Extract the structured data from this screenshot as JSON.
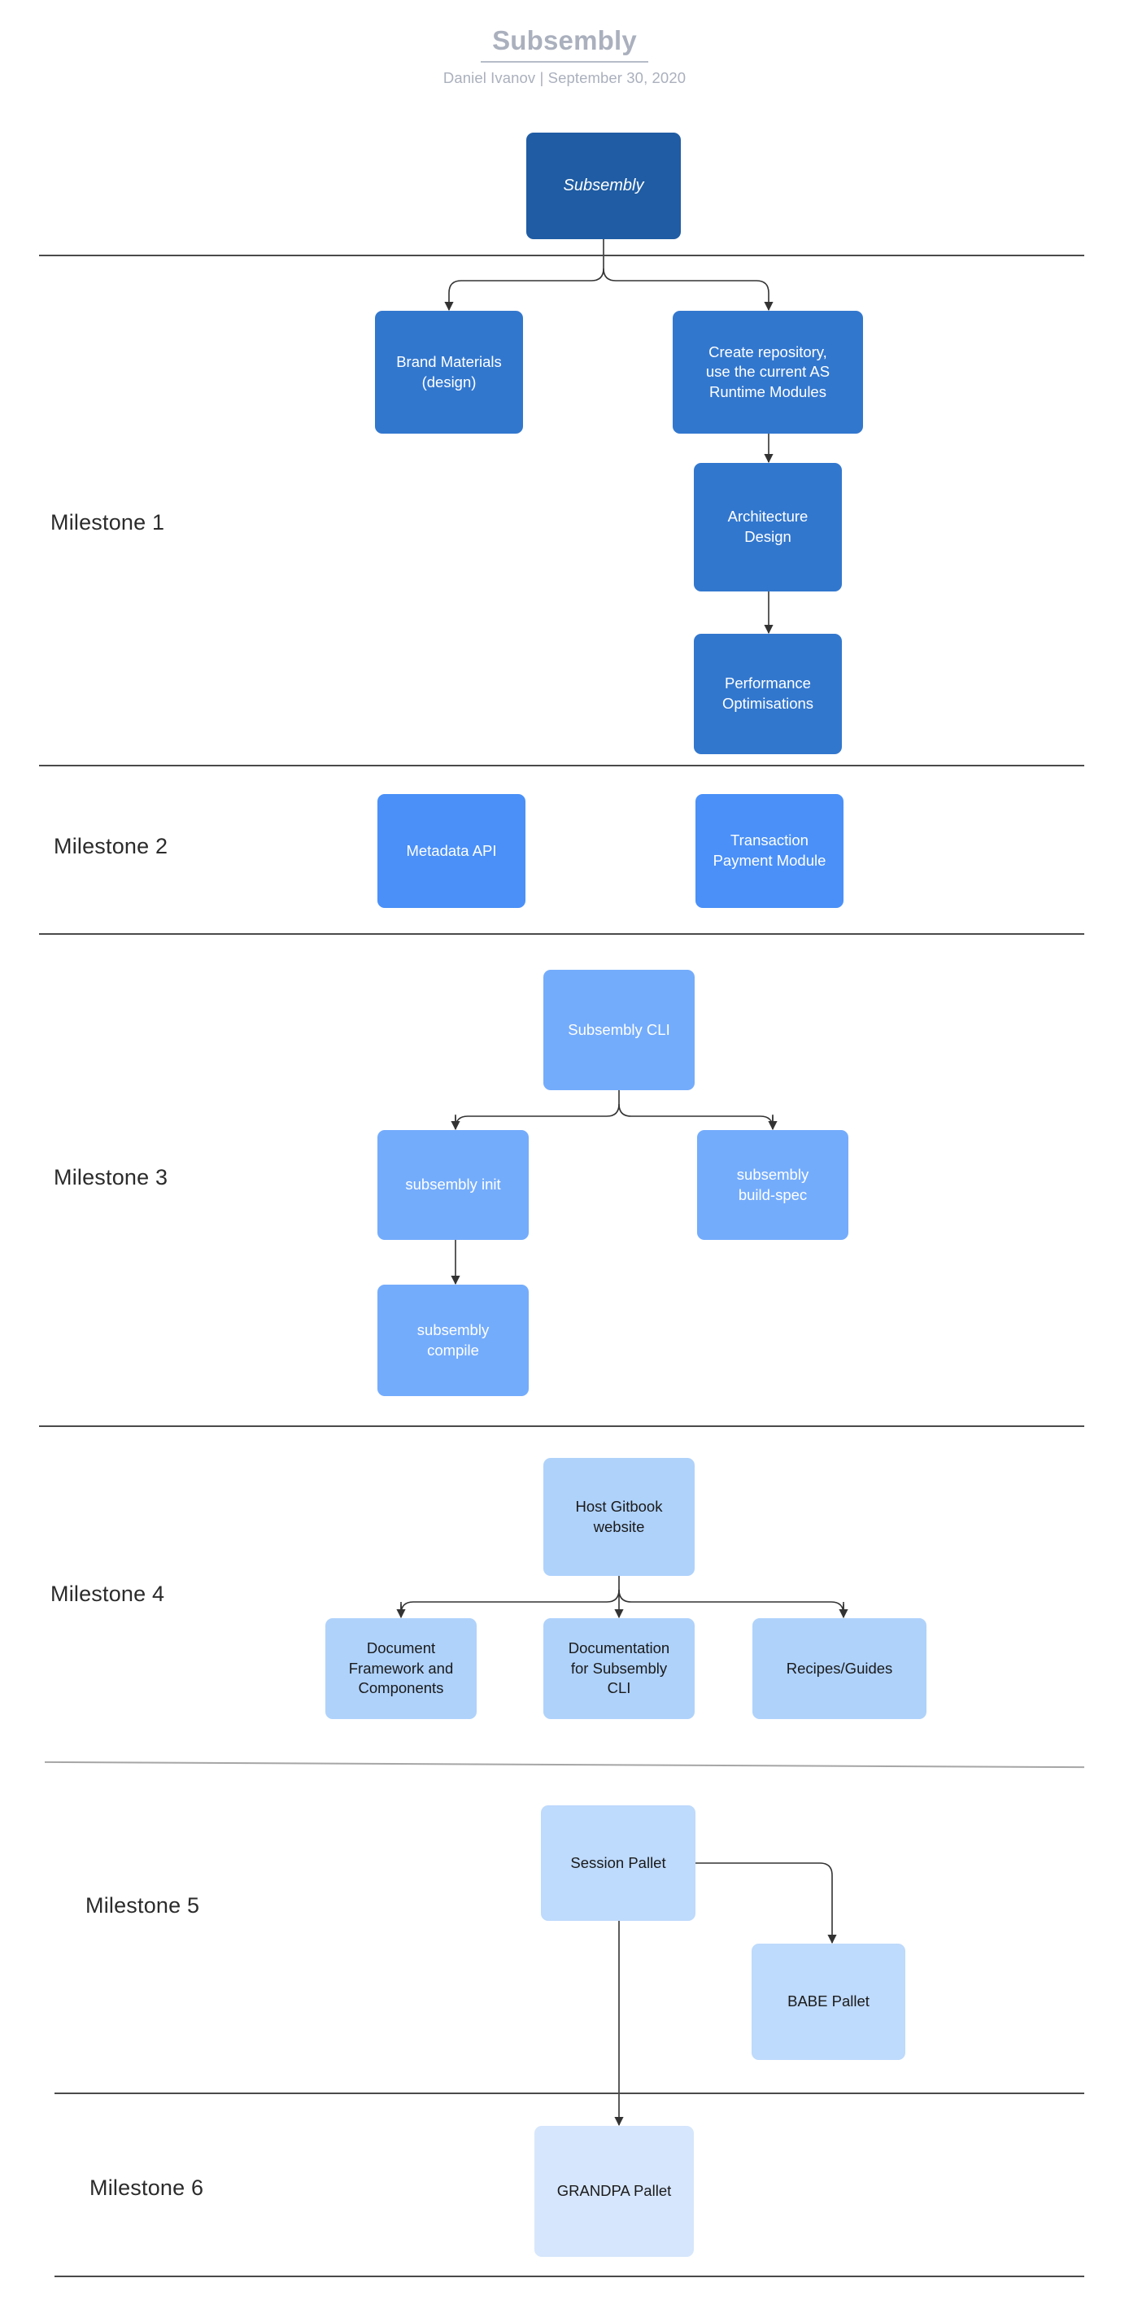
{
  "header": {
    "title": "Subsembly",
    "subtitle": "Daniel Ivanov  |  September 30, 2020",
    "author": "Daniel Ivanov",
    "date": "September 30, 2020"
  },
  "colors": {
    "root": "#1F5CA3",
    "milestone1": "#3277CE",
    "milestone2": "#4A90F8",
    "milestone3": "#74ACFC",
    "milestone4": "#AFD2FB",
    "milestone5": "#BEDAFC",
    "milestone6": "#D6E6FC",
    "edge": "#333333",
    "separator": "#4a4a4a",
    "title_text": "#aab0bd",
    "label_text": "#2b2b2b"
  },
  "milestones": [
    {
      "label": "Milestone 1"
    },
    {
      "label": "Milestone 2"
    },
    {
      "label": "Milestone 3"
    },
    {
      "label": "Milestone 4"
    },
    {
      "label": "Milestone 5"
    },
    {
      "label": "Milestone 6"
    }
  ],
  "nodes": {
    "root": {
      "label": "Subsembly"
    },
    "brand_materials": {
      "label": "Brand Materials\n(design)"
    },
    "create_repository": {
      "label": "Create repository,\nuse the current AS\nRuntime Modules"
    },
    "architecture_design": {
      "label": "Architecture\nDesign"
    },
    "performance_optimisations": {
      "label": "Performance\nOptimisations"
    },
    "metadata_api": {
      "label": "Metadata API"
    },
    "transaction_payment_module": {
      "label": "Transaction\nPayment Module"
    },
    "subsembly_cli": {
      "label": "Subsembly CLI"
    },
    "subsembly_init": {
      "label": "subsembly init"
    },
    "subsembly_build_spec": {
      "label": "subsembly\nbuild-spec"
    },
    "subsembly_compile": {
      "label": "subsembly\ncompile"
    },
    "host_gitbook_website": {
      "label": "Host Gitbook\nwebsite"
    },
    "document_framework": {
      "label": "Document\nFramework and\nComponents"
    },
    "documentation_cli": {
      "label": "Documentation\nfor Subsembly\nCLI"
    },
    "recipes_guides": {
      "label": "Recipes/Guides"
    },
    "session_pallet": {
      "label": "Session Pallet"
    },
    "babe_pallet": {
      "label": "BABE Pallet"
    },
    "grandpa_pallet": {
      "label": "GRANDPA Pallet"
    }
  },
  "chart_data": {
    "type": "diagram",
    "title": "Subsembly",
    "subtitle": "Daniel Ivanov  |  September 30, 2020",
    "lanes": [
      "Milestone 1",
      "Milestone 2",
      "Milestone 3",
      "Milestone 4",
      "Milestone 5",
      "Milestone 6"
    ],
    "nodes": [
      {
        "id": "root",
        "label": "Subsembly",
        "lane": null,
        "fill": "#1F5CA3",
        "text": "#ffffff",
        "italic": true
      },
      {
        "id": "brand_materials",
        "label": "Brand Materials (design)",
        "lane": "Milestone 1",
        "fill": "#3277CE",
        "text": "#ffffff"
      },
      {
        "id": "create_repository",
        "label": "Create repository, use the current AS Runtime Modules",
        "lane": "Milestone 1",
        "fill": "#3277CE",
        "text": "#ffffff"
      },
      {
        "id": "architecture_design",
        "label": "Architecture Design",
        "lane": "Milestone 1",
        "fill": "#3277CE",
        "text": "#ffffff"
      },
      {
        "id": "performance_optimisations",
        "label": "Performance Optimisations",
        "lane": "Milestone 1",
        "fill": "#3277CE",
        "text": "#ffffff"
      },
      {
        "id": "metadata_api",
        "label": "Metadata API",
        "lane": "Milestone 2",
        "fill": "#4A90F8",
        "text": "#ffffff"
      },
      {
        "id": "transaction_payment_module",
        "label": "Transaction Payment Module",
        "lane": "Milestone 2",
        "fill": "#4A90F8",
        "text": "#ffffff"
      },
      {
        "id": "subsembly_cli",
        "label": "Subsembly CLI",
        "lane": "Milestone 3",
        "fill": "#74ACFC",
        "text": "#ffffff"
      },
      {
        "id": "subsembly_init",
        "label": "subsembly init",
        "lane": "Milestone 3",
        "fill": "#74ACFC",
        "text": "#ffffff"
      },
      {
        "id": "subsembly_build_spec",
        "label": "subsembly build-spec",
        "lane": "Milestone 3",
        "fill": "#74ACFC",
        "text": "#ffffff"
      },
      {
        "id": "subsembly_compile",
        "label": "subsembly compile",
        "lane": "Milestone 3",
        "fill": "#74ACFC",
        "text": "#ffffff"
      },
      {
        "id": "host_gitbook_website",
        "label": "Host Gitbook website",
        "lane": "Milestone 4",
        "fill": "#AFD2FB",
        "text": "#1a1a1a"
      },
      {
        "id": "document_framework",
        "label": "Document Framework and Components",
        "lane": "Milestone 4",
        "fill": "#AFD2FB",
        "text": "#1a1a1a"
      },
      {
        "id": "documentation_cli",
        "label": "Documentation for Subsembly CLI",
        "lane": "Milestone 4",
        "fill": "#AFD2FB",
        "text": "#1a1a1a"
      },
      {
        "id": "recipes_guides",
        "label": "Recipes/Guides",
        "lane": "Milestone 4",
        "fill": "#AFD2FB",
        "text": "#1a1a1a"
      },
      {
        "id": "session_pallet",
        "label": "Session Pallet",
        "lane": "Milestone 5",
        "fill": "#BEDAFC",
        "text": "#1a1a1a"
      },
      {
        "id": "babe_pallet",
        "label": "BABE Pallet",
        "lane": "Milestone 5",
        "fill": "#BEDAFC",
        "text": "#1a1a1a"
      },
      {
        "id": "grandpa_pallet",
        "label": "GRANDPA Pallet",
        "lane": "Milestone 6",
        "fill": "#D6E6FC",
        "text": "#1a1a1a"
      }
    ],
    "edges": [
      {
        "from": "root",
        "to": "brand_materials"
      },
      {
        "from": "root",
        "to": "create_repository"
      },
      {
        "from": "create_repository",
        "to": "architecture_design"
      },
      {
        "from": "architecture_design",
        "to": "performance_optimisations"
      },
      {
        "from": "subsembly_cli",
        "to": "subsembly_init"
      },
      {
        "from": "subsembly_cli",
        "to": "subsembly_build_spec"
      },
      {
        "from": "subsembly_init",
        "to": "subsembly_compile"
      },
      {
        "from": "host_gitbook_website",
        "to": "document_framework"
      },
      {
        "from": "host_gitbook_website",
        "to": "documentation_cli"
      },
      {
        "from": "host_gitbook_website",
        "to": "recipes_guides"
      },
      {
        "from": "session_pallet",
        "to": "babe_pallet"
      },
      {
        "from": "session_pallet",
        "to": "grandpa_pallet"
      }
    ]
  }
}
